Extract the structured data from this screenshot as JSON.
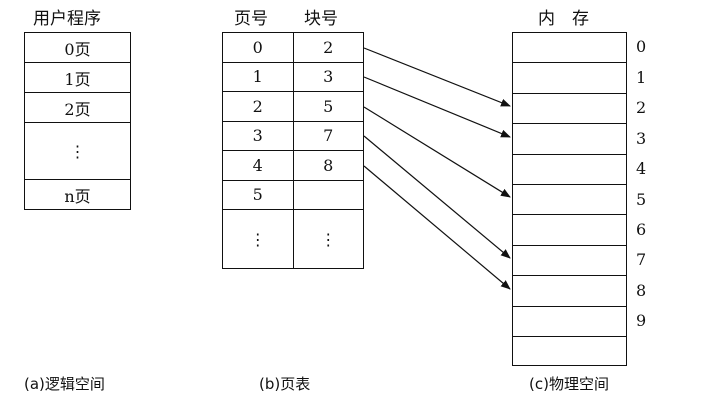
{
  "logical": {
    "title": "用户程序",
    "pages": [
      "0页",
      "1页",
      "2页",
      "⋮",
      "n页"
    ],
    "caption": "(a)逻辑空间"
  },
  "page_table": {
    "header_page": "页号",
    "header_block": "块号",
    "rows": [
      {
        "page": "0",
        "block": "2"
      },
      {
        "page": "1",
        "block": "3"
      },
      {
        "page": "2",
        "block": "5"
      },
      {
        "page": "3",
        "block": "7"
      },
      {
        "page": "4",
        "block": "8"
      },
      {
        "page": "5",
        "block": ""
      },
      {
        "page": "⋮",
        "block": "⋮"
      }
    ],
    "caption": "(b)页表"
  },
  "memory": {
    "title": "内　存",
    "block_numbers": [
      "0",
      "1",
      "2",
      "3",
      "4",
      "5",
      "6",
      "7",
      "8",
      "9"
    ],
    "caption": "(c)物理空间"
  }
}
